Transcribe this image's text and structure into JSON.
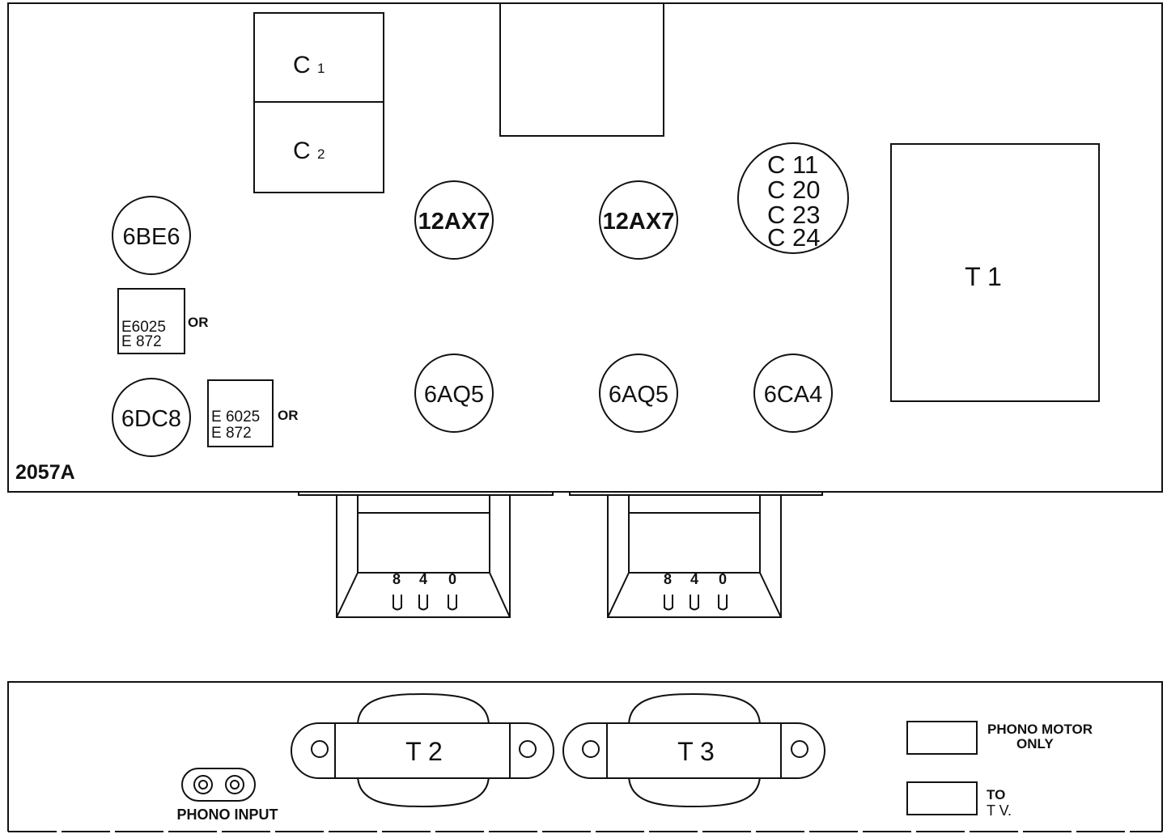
{
  "model_label": "2057A",
  "capacitor_cans": {
    "top": "C",
    "top_sub": "1",
    "bottom": "C",
    "bottom_sub": "2"
  },
  "tubes": {
    "t_6be6": "6BE6",
    "t_12ax7_left": "12AX7",
    "t_12ax7_right": "12AX7",
    "t_6dc8": "6DC8",
    "t_6aq5_left": "6AQ5",
    "t_6aq5_right": "6AQ5",
    "t_6ca4": "6CA4"
  },
  "multi_cap": {
    "line1": "C 11",
    "line2": "C 20",
    "line3": "C 23",
    "line4": "C 24"
  },
  "power_transformer": "T 1",
  "detector_upper": {
    "line1": "E6025",
    "line2": "E 872",
    "or": "OR"
  },
  "detector_lower": {
    "line1": "E 6025",
    "line2": "E 872",
    "or": "OR"
  },
  "output_taps": {
    "left": {
      "a": "8",
      "b": "4",
      "c": "0"
    },
    "right": {
      "a": "8",
      "b": "4",
      "c": "0"
    }
  },
  "rear_panel": {
    "t2": "T 2",
    "t3": "T 3",
    "phono_input": "PHONO INPUT",
    "phono_motor_line1": "PHONO MOTOR",
    "phono_motor_line2": "ONLY",
    "to_tv_line1": "TO",
    "to_tv_line2": "T V."
  }
}
